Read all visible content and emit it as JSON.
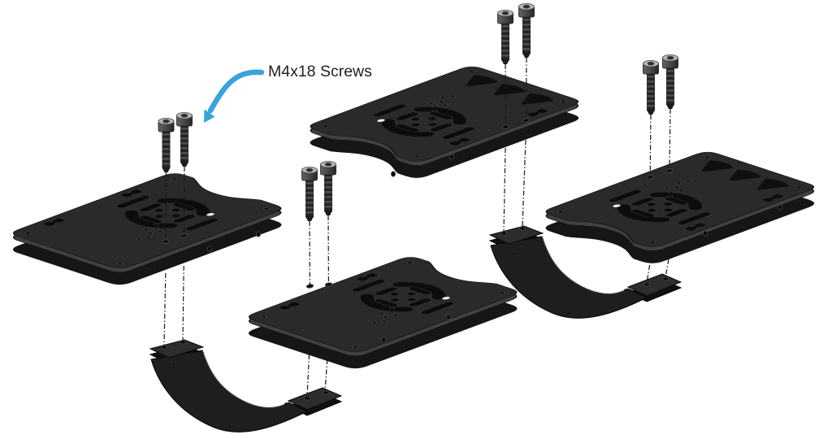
{
  "annotation": {
    "label": "M4x18 Screws"
  },
  "diagram": {
    "type": "exploded-assembly-view",
    "description_parts": [
      {
        "name": "mounting-plate",
        "count": 4
      },
      {
        "name": "curved-saddle-bracket",
        "count": 2
      },
      {
        "name": "m4x18-socket-head-screw",
        "count": 8
      }
    ],
    "assemblies": [
      {
        "plates": 2,
        "bracket": 1,
        "screws": 4
      },
      {
        "plates": 2,
        "bracket": 1,
        "screws": 4
      }
    ]
  },
  "colors": {
    "background": "#ffffff",
    "plate_top": "#2a2a2a",
    "plate_chamfer": "#404040",
    "plate_side": "#161616",
    "bracket": "#1e1e1e",
    "screw_head_top": "#b7b7b7",
    "screw_body": "#454545",
    "dash_line": "#151515",
    "arrow": "#38a3dc",
    "label_text": "#212121"
  }
}
